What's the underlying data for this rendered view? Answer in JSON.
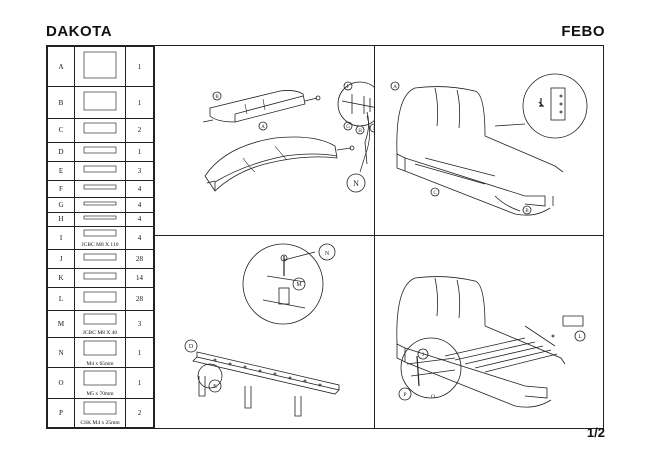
{
  "header": {
    "brand": "DAKOTA",
    "model": "FEBO",
    "page": "1/2"
  },
  "parts": [
    {
      "letter": "A",
      "qty": "1",
      "dim": ""
    },
    {
      "letter": "B",
      "qty": "1",
      "dim": ""
    },
    {
      "letter": "C",
      "qty": "2",
      "dim": ""
    },
    {
      "letter": "D",
      "qty": "1",
      "dim": ""
    },
    {
      "letter": "E",
      "qty": "3",
      "dim": ""
    },
    {
      "letter": "F",
      "qty": "4",
      "dim": ""
    },
    {
      "letter": "G",
      "qty": "4",
      "dim": ""
    },
    {
      "letter": "H",
      "qty": "4",
      "dim": ""
    },
    {
      "letter": "I",
      "qty": "4",
      "dim": "JCBC M8 X 110"
    },
    {
      "letter": "J",
      "qty": "28",
      "dim": ""
    },
    {
      "letter": "K",
      "qty": "14",
      "dim": ""
    },
    {
      "letter": "L",
      "qty": "28",
      "dim": ""
    },
    {
      "letter": "M",
      "qty": "3",
      "dim": "JCBC M8 X 40"
    },
    {
      "letter": "N",
      "qty": "1",
      "dim": "M4 x 65mm"
    },
    {
      "letter": "O",
      "qty": "1",
      "dim": "M5 x 70mm"
    },
    {
      "letter": "P",
      "qty": "2",
      "dim": "CSK M4 x 25mm"
    }
  ],
  "callouts": {
    "p1": [
      "B",
      "A",
      "F",
      "G",
      "H",
      "I",
      "N"
    ],
    "p2": [
      "A",
      "C",
      "B"
    ],
    "p3": [
      "N",
      "M",
      "D",
      "E"
    ],
    "p4": [
      "L",
      "J",
      "O",
      "P"
    ]
  }
}
